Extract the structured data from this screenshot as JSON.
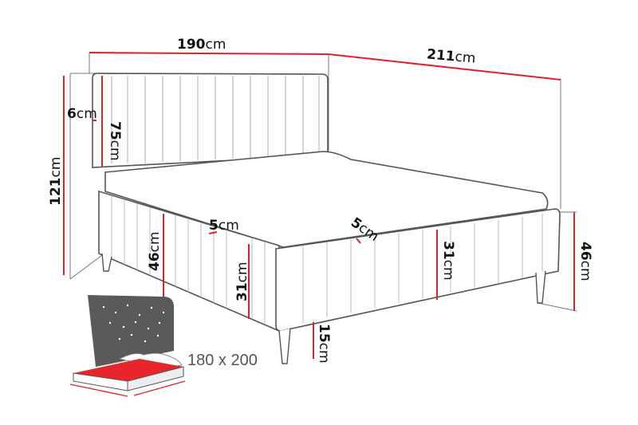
{
  "diagram": {
    "type": "bed-dimensions",
    "colors": {
      "dimension_line": "#e0202a",
      "outline": "#555555",
      "icon_gray": "#5a5a5a",
      "mattress_red": "#e8252a"
    },
    "dimensions": {
      "width": {
        "value": "190",
        "unit": "cm"
      },
      "length": {
        "value": "211",
        "unit": "cm"
      },
      "total_height": {
        "value": "121",
        "unit": "cm"
      },
      "headboard_thickness": {
        "value": "6",
        "unit": "cm"
      },
      "headboard_height": {
        "value": "75",
        "unit": "cm"
      },
      "frame_height_side": {
        "value": "46",
        "unit": "cm"
      },
      "frame_edge_left": {
        "value": "5",
        "unit": "cm"
      },
      "frame_edge_right": {
        "value": "5",
        "unit": "cm"
      },
      "side_rail_height_left": {
        "value": "31",
        "unit": "cm"
      },
      "side_rail_height_right": {
        "value": "31",
        "unit": "cm"
      },
      "frame_height_foot": {
        "value": "46",
        "unit": "cm"
      },
      "leg_height": {
        "value": "15",
        "unit": "cm"
      }
    },
    "mattress_size": "180 x 200"
  }
}
